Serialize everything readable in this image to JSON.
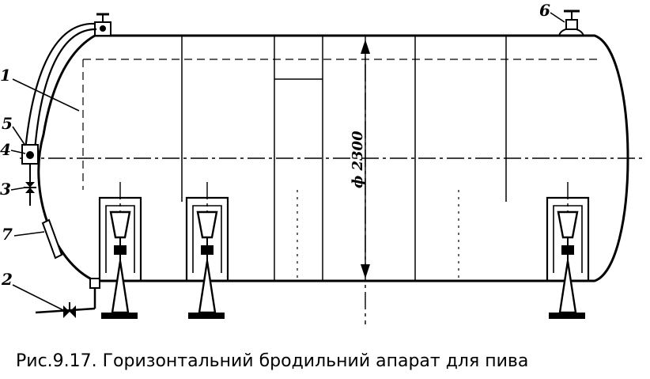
{
  "figure": {
    "caption": "Рис.9.17. Горизонтальний бродильний апарат для пива",
    "dimension_label": "ф 2300",
    "callouts": [
      {
        "id": "1",
        "label": "1"
      },
      {
        "id": "2",
        "label": "2"
      },
      {
        "id": "3",
        "label": "3"
      },
      {
        "id": "4",
        "label": "4"
      },
      {
        "id": "5",
        "label": "5"
      },
      {
        "id": "6",
        "label": "6"
      },
      {
        "id": "7",
        "label": "7"
      }
    ]
  }
}
